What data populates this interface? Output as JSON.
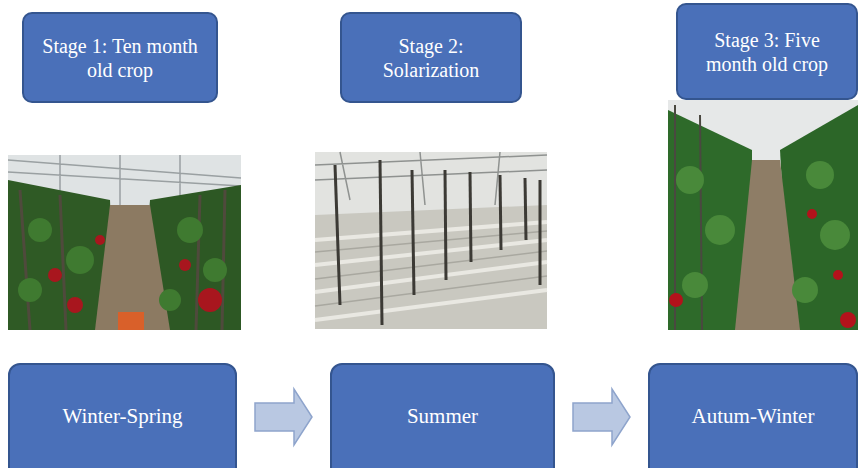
{
  "diagram": {
    "nodes": [
      {
        "text": [
          "Stage 1: Ten month old crop"
        ]
      },
      {
        "text": [
          "Stage 2: Solarization"
        ]
      },
      {
        "text": [
          "Stage 3: Five month old crop"
        ]
      },
      {
        "text": [
          "Winter-Spring"
        ]
      },
      {
        "text": [
          "Summer"
        ]
      },
      {
        "text": [
          "Autum-Winter"
        ]
      }
    ],
    "edges": [
      {
        "from": 3,
        "to": 4,
        "arrow": "to"
      },
      {
        "from": 4,
        "to": 5,
        "arrow": "to"
      }
    ]
  }
}
